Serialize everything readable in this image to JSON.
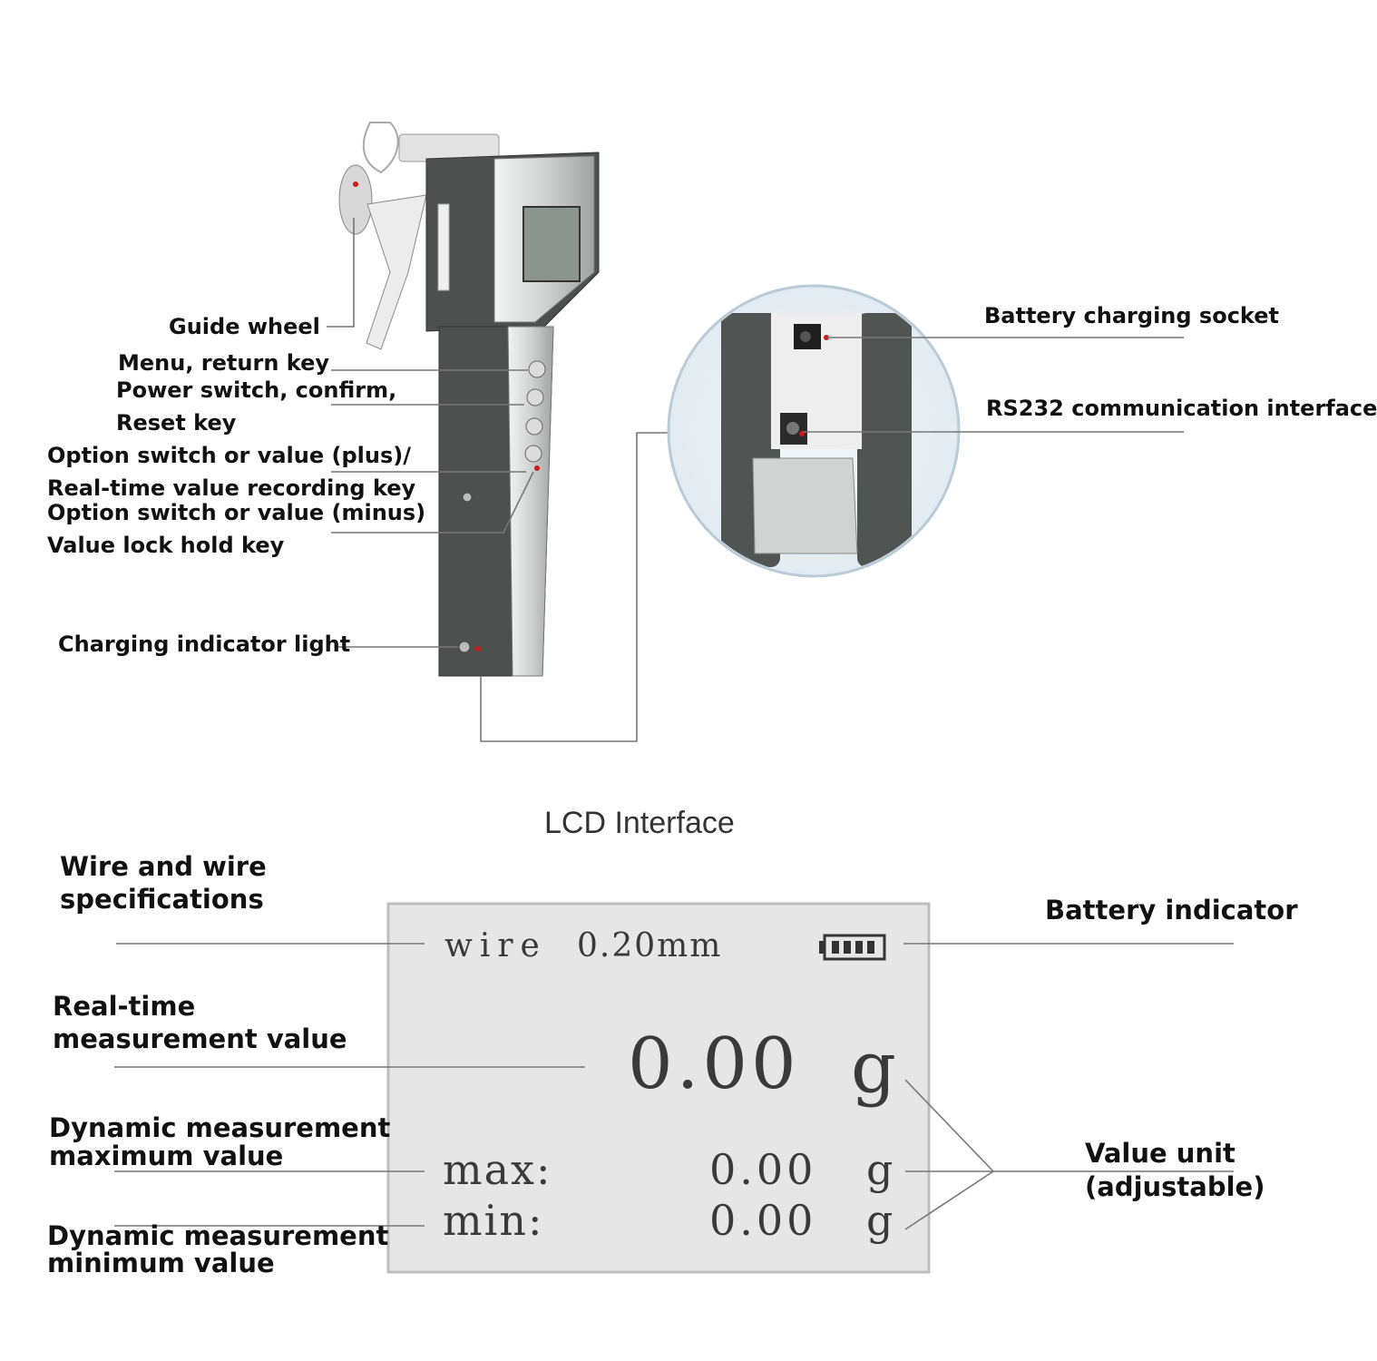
{
  "device_labels": {
    "guide_wheel": "Guide wheel",
    "menu_return": "Menu, return key",
    "power_switch_1": "Power switch, confirm,",
    "power_switch_2": "Reset key",
    "option_plus_1": "Option switch or value (plus)/",
    "option_plus_2": "Real-time value recording key",
    "option_minus": "Option switch or value (minus)",
    "value_lock": "Value lock hold key",
    "charging_light": "Charging indicator light",
    "charging_socket": "Battery charging socket",
    "rs232": "RS232 communication interface"
  },
  "lcd_section": {
    "title": "LCD Interface",
    "left_labels": {
      "wire_spec_1": "Wire and wire",
      "wire_spec_2": "specifications",
      "realtime_1": "Real-time",
      "realtime_2": "measurement value",
      "dyn_max_1": "Dynamic measurement",
      "dyn_max_2": "maximum value",
      "dyn_min_1": "Dynamic measurement",
      "dyn_min_2": "minimum value"
    },
    "right_labels": {
      "battery": "Battery indicator",
      "unit_1": "Value unit",
      "unit_2": "(adjustable)"
    },
    "screen": {
      "wire_label": "wire",
      "wire_value": "0.20mm",
      "main_value": "0.00",
      "main_unit": "g",
      "max_label": "max:",
      "max_value": "0.00",
      "max_unit": "g",
      "min_label": "min:",
      "min_value": "0.00",
      "min_unit": "g"
    }
  },
  "colors": {
    "device_body": "#4c504f",
    "device_silver": "#cfd3d2",
    "lcd_bg": "#e6e6e6",
    "callout_dot": "#d01818",
    "leader_line": "#777777"
  }
}
